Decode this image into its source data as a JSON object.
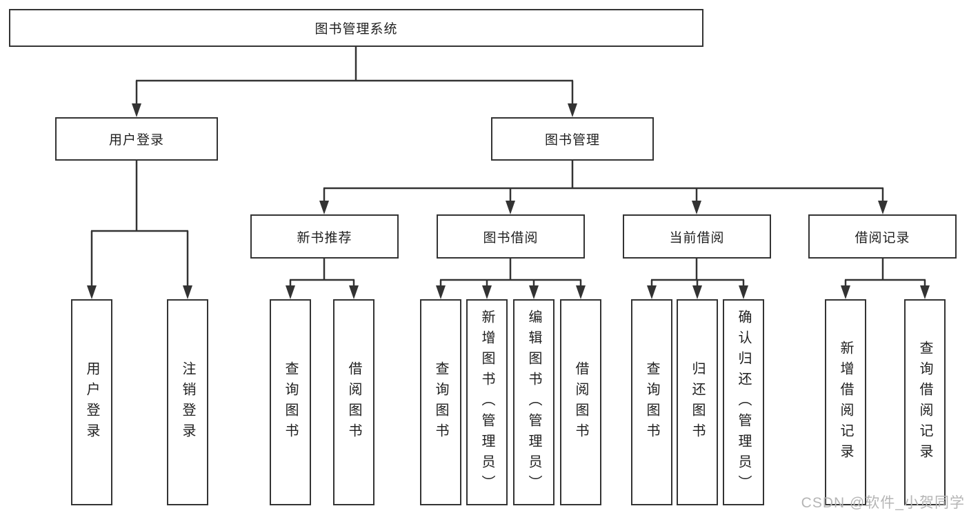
{
  "diagram": {
    "colors": {
      "line": "#333333",
      "text": "#1f1f1f",
      "box_background": "#ffffff"
    },
    "nodes": {
      "root": "图书管理系统",
      "user_login": "用户登录",
      "book_mgmt": "图书管理",
      "new_books": "新书推荐",
      "book_borrow": "图书借阅",
      "current_borrow": "当前借阅",
      "borrow_records": "借阅记录"
    },
    "leaves": {
      "user": [
        "用户登录",
        "注销登录"
      ],
      "new_books": [
        "查询图书",
        "借阅图书"
      ],
      "book_borrow": [
        "查询图书",
        "新增图书（管理员）",
        "编辑图书（管理员）",
        "借阅图书"
      ],
      "current_borrow": [
        "查询图书",
        "归还图书",
        "确认归还（管理员）"
      ],
      "borrow_records": [
        "新增借阅记录",
        "查询借阅记录"
      ]
    }
  },
  "watermark": {
    "text": "CSDN @软件_小贺同学",
    "color": "#b5b5b5"
  }
}
